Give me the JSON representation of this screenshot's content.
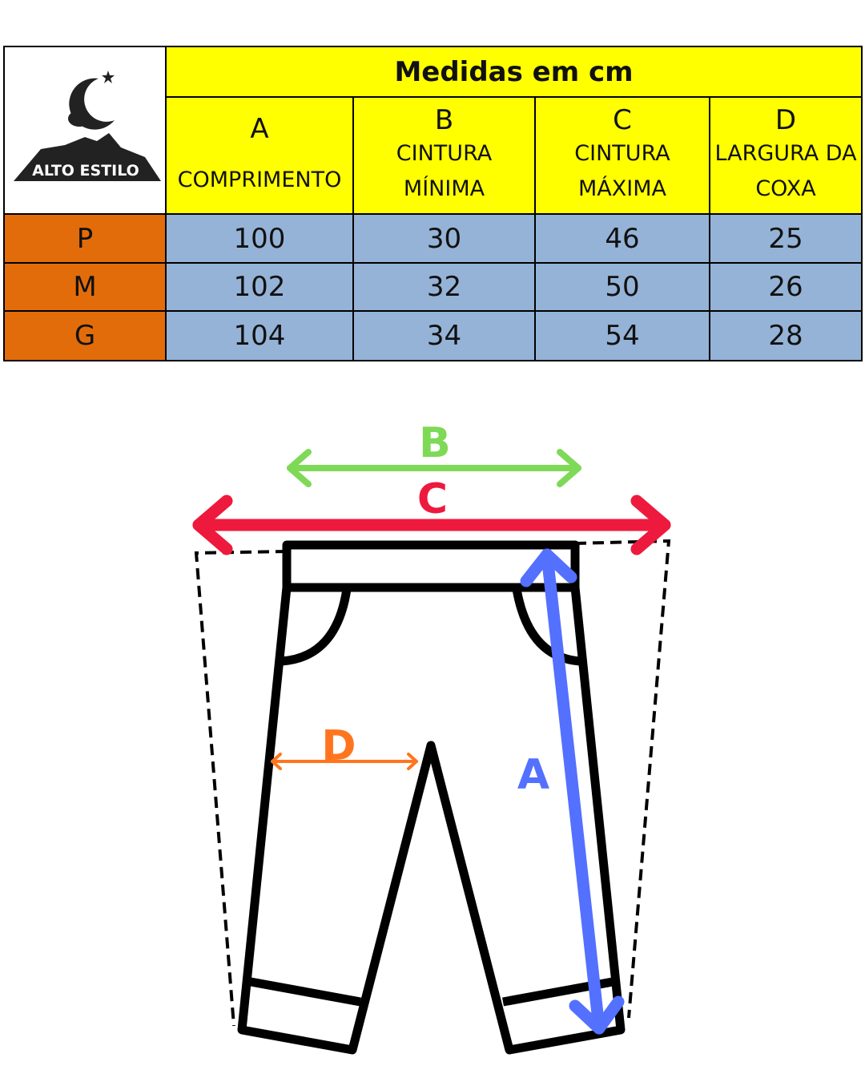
{
  "logo": {
    "text": "ALTO ESTILO"
  },
  "table": {
    "title": "Medidas em cm",
    "columns": [
      {
        "letter": "A",
        "lines": [
          "COMPRIMENTO"
        ]
      },
      {
        "letter": "B",
        "lines": [
          "CINTURA",
          "MÍNIMA"
        ]
      },
      {
        "letter": "C",
        "lines": [
          "CINTURA",
          "MÁXIMA"
        ]
      },
      {
        "letter": "D",
        "lines": [
          "LARGURA DA",
          "COXA"
        ]
      }
    ],
    "rows": [
      {
        "size": "P",
        "values": [
          "100",
          "30",
          "46",
          "25"
        ]
      },
      {
        "size": "M",
        "values": [
          "102",
          "32",
          "50",
          "26"
        ]
      },
      {
        "size": "G",
        "values": [
          "104",
          "34",
          "54",
          "28"
        ]
      }
    ]
  },
  "diagram": {
    "labels": {
      "A": "A",
      "B": "B",
      "C": "C",
      "D": "D"
    },
    "colors": {
      "A": "#5470ff",
      "B": "#7ed957",
      "C": "#ed1a3d",
      "D": "#ff751f"
    }
  }
}
